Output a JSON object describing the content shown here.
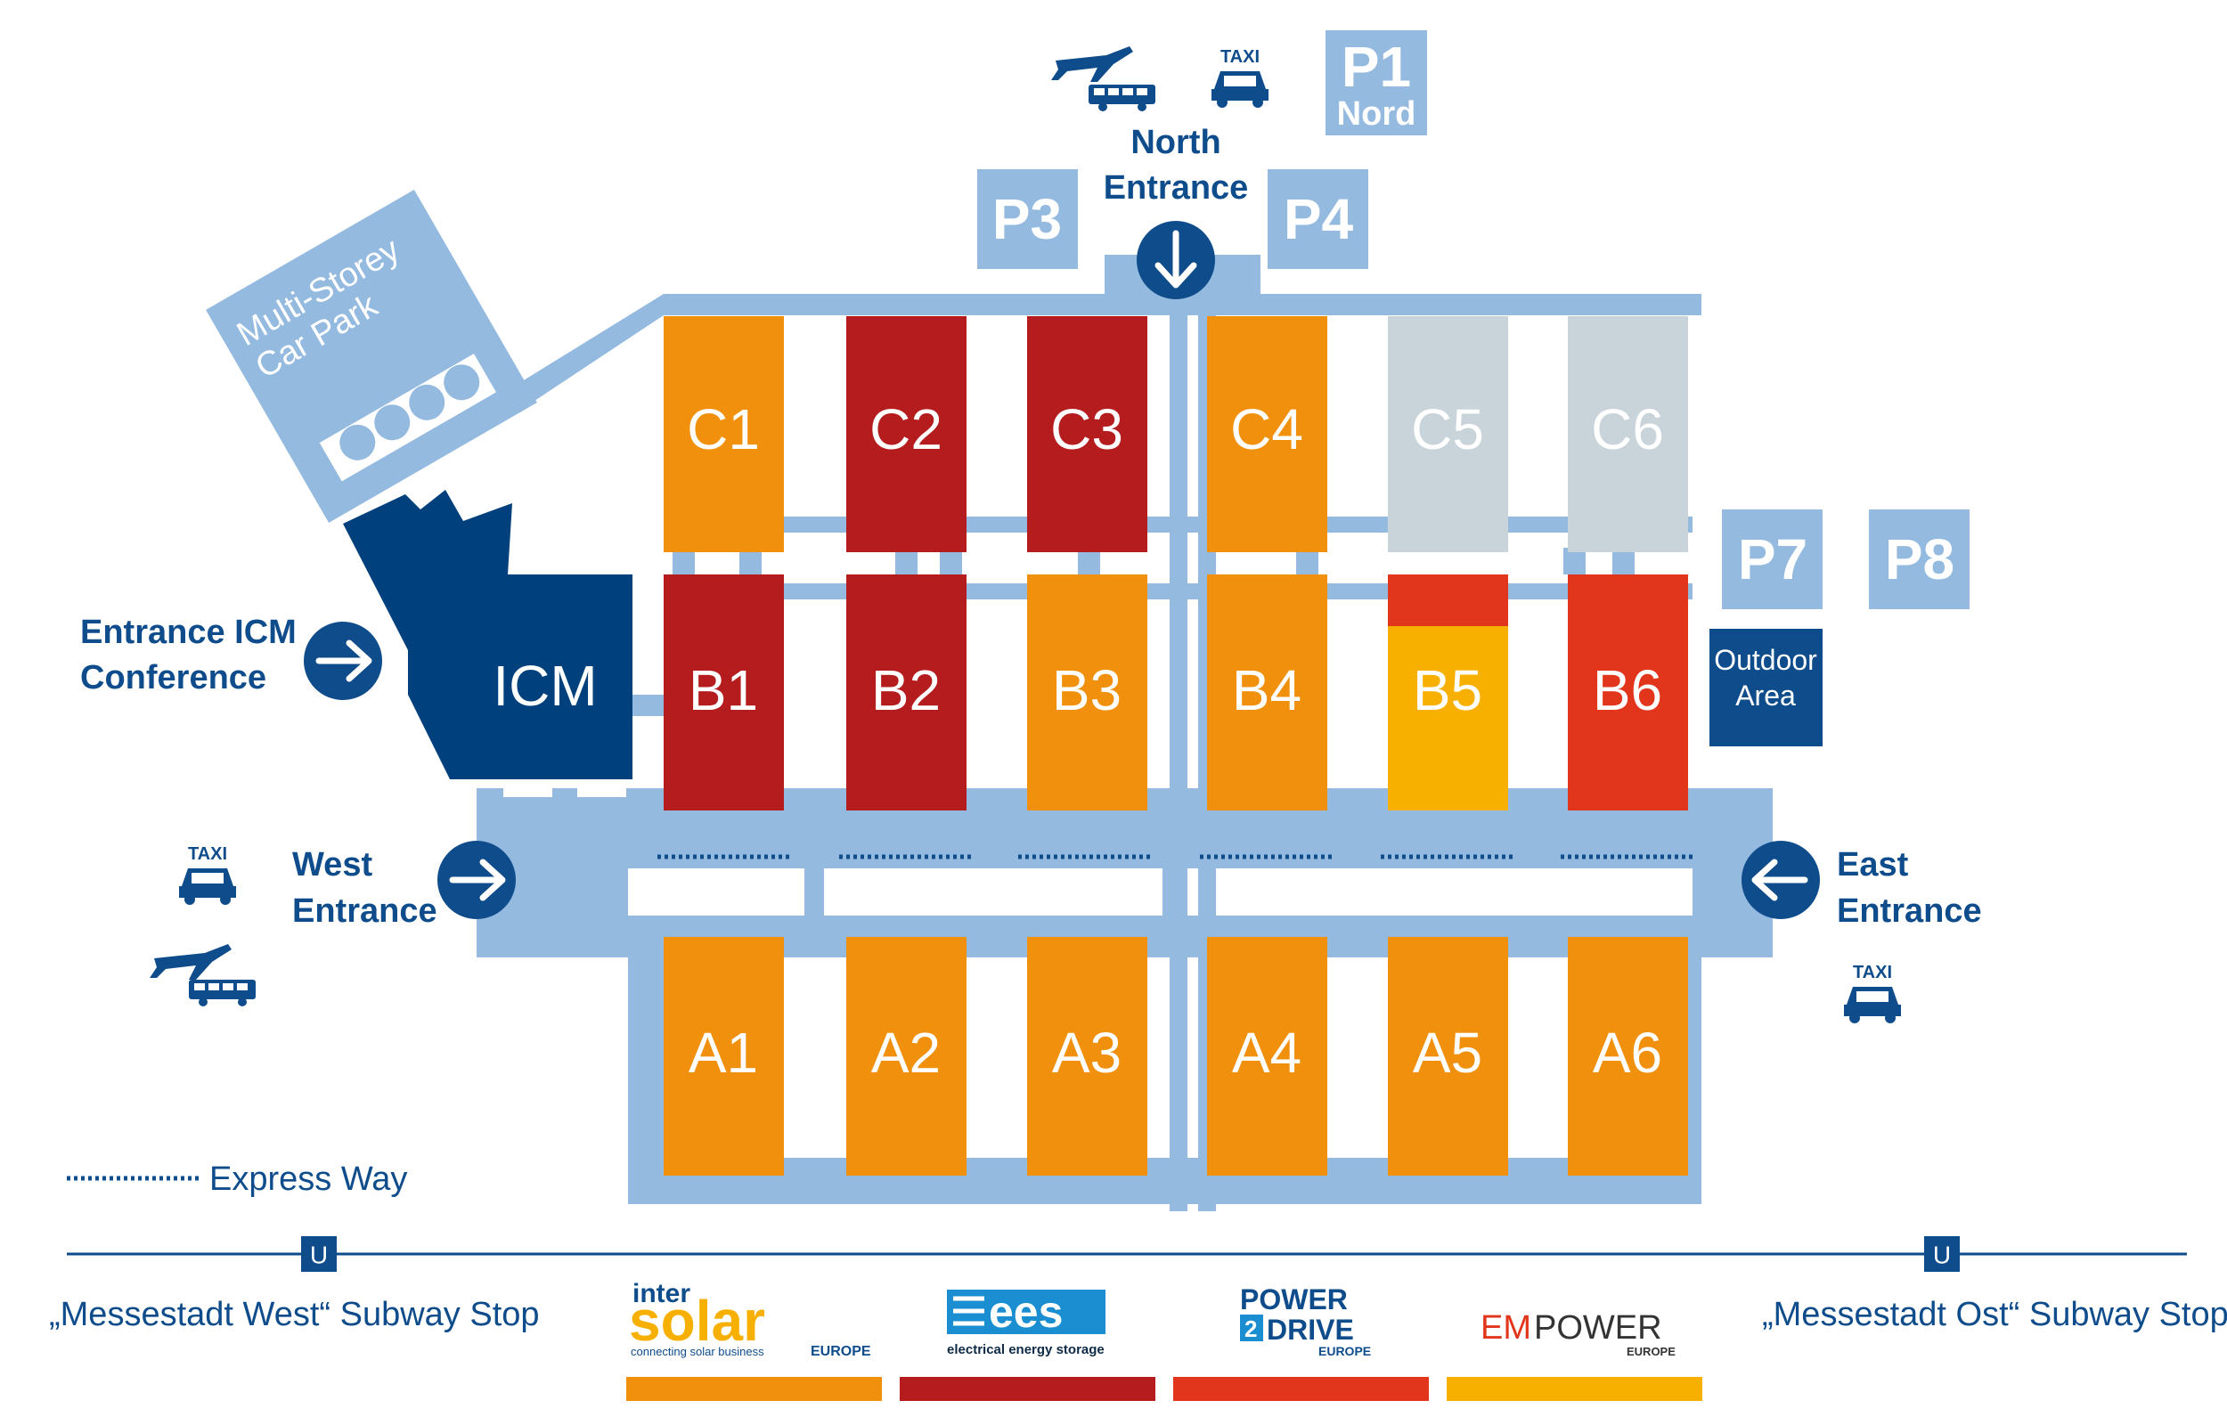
{
  "colors": {
    "corridor": "#94bae0",
    "navy": "#0e4c8c",
    "dark_navy": "#00407c",
    "orange": "#f0900c",
    "red": "#b41c1e",
    "grey": "#c9d3da",
    "yellow": "#f7b000",
    "bright_red": "#e2361c"
  },
  "halls": {
    "row_c": [
      {
        "label": "C1",
        "color": "orange"
      },
      {
        "label": "C2",
        "color": "red"
      },
      {
        "label": "C3",
        "color": "red"
      },
      {
        "label": "C4",
        "color": "orange"
      },
      {
        "label": "C5",
        "color": "grey"
      },
      {
        "label": "C6",
        "color": "grey"
      }
    ],
    "row_b": [
      {
        "label": "B1",
        "color": "red"
      },
      {
        "label": "B2",
        "color": "red"
      },
      {
        "label": "B3",
        "color": "orange"
      },
      {
        "label": "B4",
        "color": "orange"
      },
      {
        "label": "B5",
        "color": "yellow"
      },
      {
        "label": "B6",
        "color": "bright_red"
      }
    ],
    "row_a": [
      {
        "label": "A1",
        "color": "orange"
      },
      {
        "label": "A2",
        "color": "orange"
      },
      {
        "label": "A3",
        "color": "orange"
      },
      {
        "label": "A4",
        "color": "orange"
      },
      {
        "label": "A5",
        "color": "orange"
      },
      {
        "label": "A6",
        "color": "orange"
      }
    ]
  },
  "icm": {
    "label": "ICM"
  },
  "car_park": {
    "line1": "Multi-Storey",
    "line2": "Car Park"
  },
  "parking": {
    "p1": {
      "label": "P1",
      "sub": "Nord"
    },
    "p3": "P3",
    "p4": "P4",
    "p7": "P7",
    "p8": "P8"
  },
  "outdoor": {
    "line1": "Outdoor",
    "line2": "Area"
  },
  "entrances": {
    "north": {
      "line1": "North",
      "line2": "Entrance",
      "icon": "arrow-down-icon"
    },
    "west": {
      "line1": "West",
      "line2": "Entrance",
      "icon": "arrow-right-icon"
    },
    "east": {
      "line1": "East",
      "line2": "Entrance",
      "icon": "arrow-left-icon"
    },
    "icm": {
      "line1": "Entrance ICM",
      "line2": "Conference",
      "icon": "arrow-right-icon"
    }
  },
  "taxi_label": "TAXI",
  "legend": {
    "express_way": "Express Way"
  },
  "subway": {
    "marker": "U",
    "west": "„Messestadt West“ Subway Stop",
    "east": "„Messestadt Ost“ Subway Stop"
  },
  "logos": {
    "intersolar": {
      "top": "inter",
      "main": "solar",
      "tagline": "connecting solar business",
      "region": "EUROPE",
      "color": "orange"
    },
    "ees": {
      "main": "ees",
      "tagline": "electrical energy storage",
      "color": "red"
    },
    "power2drive": {
      "line1": "POWER",
      "digit": "2",
      "line2": "DRIVE",
      "region": "EUROPE",
      "color": "bright_red"
    },
    "empower": {
      "em": "EM",
      "power": "POWER",
      "region": "EUROPE",
      "color": "yellow"
    }
  }
}
